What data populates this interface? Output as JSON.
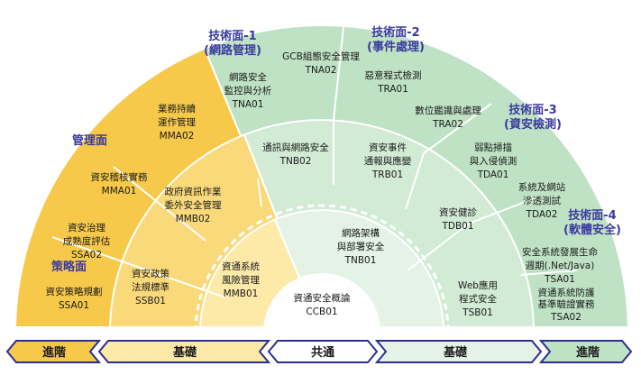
{
  "categories": {
    "strategy": "策略面",
    "management": "管理面",
    "tech1": [
      "技術面-1",
      "(網路管理)"
    ],
    "tech2": [
      "技術面-2",
      "(事件處理)"
    ],
    "tech3": [
      "技術面-3",
      "(資安檢測)"
    ],
    "tech4": [
      "技術面-4",
      "(軟體安全)"
    ]
  },
  "courses": {
    "ssa01": [
      "資安策略規劃",
      "SSA01"
    ],
    "ssa02": [
      "資安治理",
      "成熟度評估",
      "SSA02"
    ],
    "mma01": [
      "資安稽核實務",
      "MMA01"
    ],
    "mma02": [
      "業務持續",
      "運作管理",
      "MMA02"
    ],
    "tna01": [
      "網路安全",
      "監控與分析",
      "TNA01"
    ],
    "tna02": [
      "GCB組態安全管理",
      "TNA02"
    ],
    "tra01": [
      "惡意程式檢測",
      "TRA01"
    ],
    "tra02": [
      "數位鑑識與處理",
      "TRA02"
    ],
    "tda01": [
      "弱點掃描",
      "與入侵偵測",
      "TDA01"
    ],
    "tda02": [
      "系統及網站",
      "滲透測試",
      "TDA02"
    ],
    "tsa01": [
      "安全系統發展生命",
      "週期(.Net/Java)",
      "TSA01"
    ],
    "tsa02": [
      "資通系統防護",
      "基準驗證實務",
      "TSA02"
    ],
    "ssb01": [
      "資安政策",
      "法規標準",
      "SSB01"
    ],
    "mmb02": [
      "政府資訊作業",
      "委外安全管理",
      "MMB02"
    ],
    "tnb02": [
      "通訊與網路安全",
      "TNB02"
    ],
    "trb01": [
      "資安事件",
      "通報與應變",
      "TRB01"
    ],
    "tdb01": [
      "資安健診",
      "TDB01"
    ],
    "mmb01": [
      "資通系統",
      "風險管理",
      "MMB01"
    ],
    "tnb01": [
      "網路架構",
      "與部署安全",
      "TNB01"
    ],
    "tsb01": [
      "Web應用",
      "程式安全",
      "TSB01"
    ],
    "ccb01": [
      "資通安全概論",
      "CCB01"
    ]
  },
  "bar": {
    "adv_left": "進階",
    "basic_left": "基礎",
    "common": "共通",
    "basic_right": "基礎",
    "adv_right": "進階"
  },
  "colors": {
    "yellow_outer": "#f7c94a",
    "yellow_mid": "#fad97a",
    "yellow_inner": "#fde9a8",
    "green_outer": "#bfe2c4",
    "green_mid": "#d2ebd5",
    "green_inner": "#e4f3e6",
    "center": "#ffffff",
    "accent": "#3a3aa0",
    "bar_border": "#2b2f8f"
  }
}
